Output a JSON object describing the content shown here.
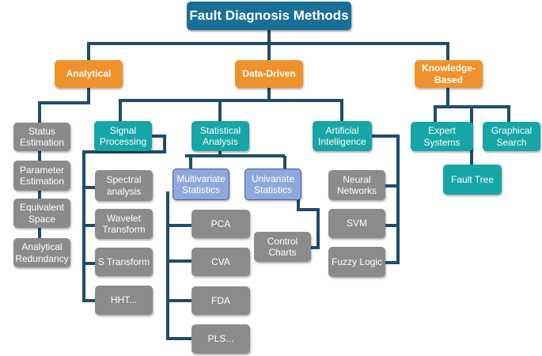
{
  "root": "Fault Diagnosis Methods",
  "categories": {
    "analytical": "Analytical",
    "data_driven": "Data-Driven",
    "knowledge_based": "Knowledge-\nBased"
  },
  "analytical_items": {
    "status_estimation": "Status\nEstimation",
    "parameter_estimation": "Parameter\nEstimation",
    "equivalent_space": "Equivalent\nSpace",
    "analytical_redundancy": "Analytical\nRedundancy"
  },
  "data_driven_groups": {
    "signal_processing": "Signal\nProcessing",
    "statistical_analysis": "Statistical\nAnalysis",
    "artificial_intelligence": "Artificial\nIntelligence"
  },
  "signal_processing_items": {
    "spectral_analysis": "Spectral\nanalysis",
    "wavelet_transform": "Wavelet\nTransform",
    "s_transform": "S Transform",
    "hht": "HHT..."
  },
  "statistical_groups": {
    "multivariate": "Multivariate\nStatistics",
    "univariate": "Univariate\nStatistics"
  },
  "multivariate_items": {
    "pca": "PCA",
    "cva": "CVA",
    "fda": "FDA",
    "pls": "PLS..."
  },
  "univariate_items": {
    "control_charts": "Control\nCharts"
  },
  "ai_items": {
    "neural_networks": "Neural\nNetworks",
    "svm": "SVM",
    "fuzzy_logic": "Fuzzy Logic"
  },
  "knowledge_items": {
    "expert_systems": "Expert\nSystems",
    "graphical_search": "Graphical\nSearch",
    "fault_tree": "Fault Tree"
  },
  "colors": {
    "connector": "#1e4d6b",
    "root": "#1a6f96",
    "category": "#f0922b",
    "group": "#17a6a8",
    "leaf": "#8b8b8b",
    "statistics": "#8fa8dc"
  }
}
